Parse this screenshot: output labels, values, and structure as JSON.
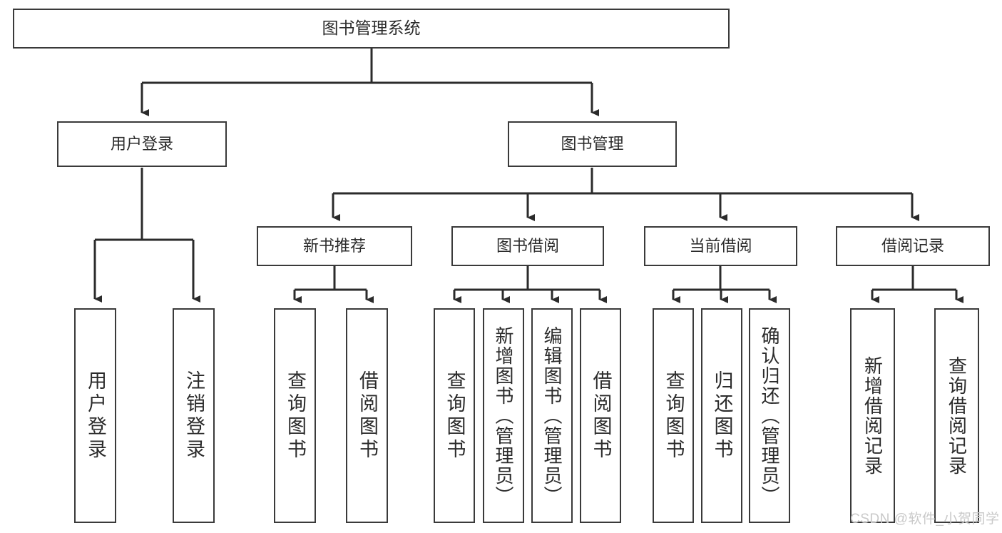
{
  "diagram": {
    "title": "图书管理系统",
    "type": "tree-hierarchy",
    "root": {
      "label": "图书管理系统"
    },
    "level2": [
      {
        "label": "用户登录"
      },
      {
        "label": "图书管理"
      }
    ],
    "level3": [
      {
        "label": "新书推荐"
      },
      {
        "label": "图书借阅"
      },
      {
        "label": "当前借阅"
      },
      {
        "label": "借阅记录"
      }
    ],
    "leaves": {
      "user_login": [
        {
          "label": "用户登录"
        },
        {
          "label": "注销登录"
        }
      ],
      "new_book_recommend": [
        {
          "label": "查询图书"
        },
        {
          "label": "借阅图书"
        }
      ],
      "book_borrow": [
        {
          "label": "查询图书"
        },
        {
          "label": "新增图书（管理员）"
        },
        {
          "label": "编辑图书（管理员）"
        },
        {
          "label": "借阅图书"
        }
      ],
      "current_borrow": [
        {
          "label": "查询图书"
        },
        {
          "label": "归还图书"
        },
        {
          "label": "确认归还（管理员）"
        }
      ],
      "borrow_record": [
        {
          "label": "新增借阅记录"
        },
        {
          "label": "查询借阅记录"
        }
      ]
    }
  },
  "watermark": {
    "text": "CSDN @软件_小贺同学"
  },
  "colors": {
    "box_border": "#3a3a3a",
    "box_fill": "#ffffff",
    "connector": "#2b2b2b",
    "text": "#2b2b2b",
    "watermark": "#c9c9c9"
  }
}
